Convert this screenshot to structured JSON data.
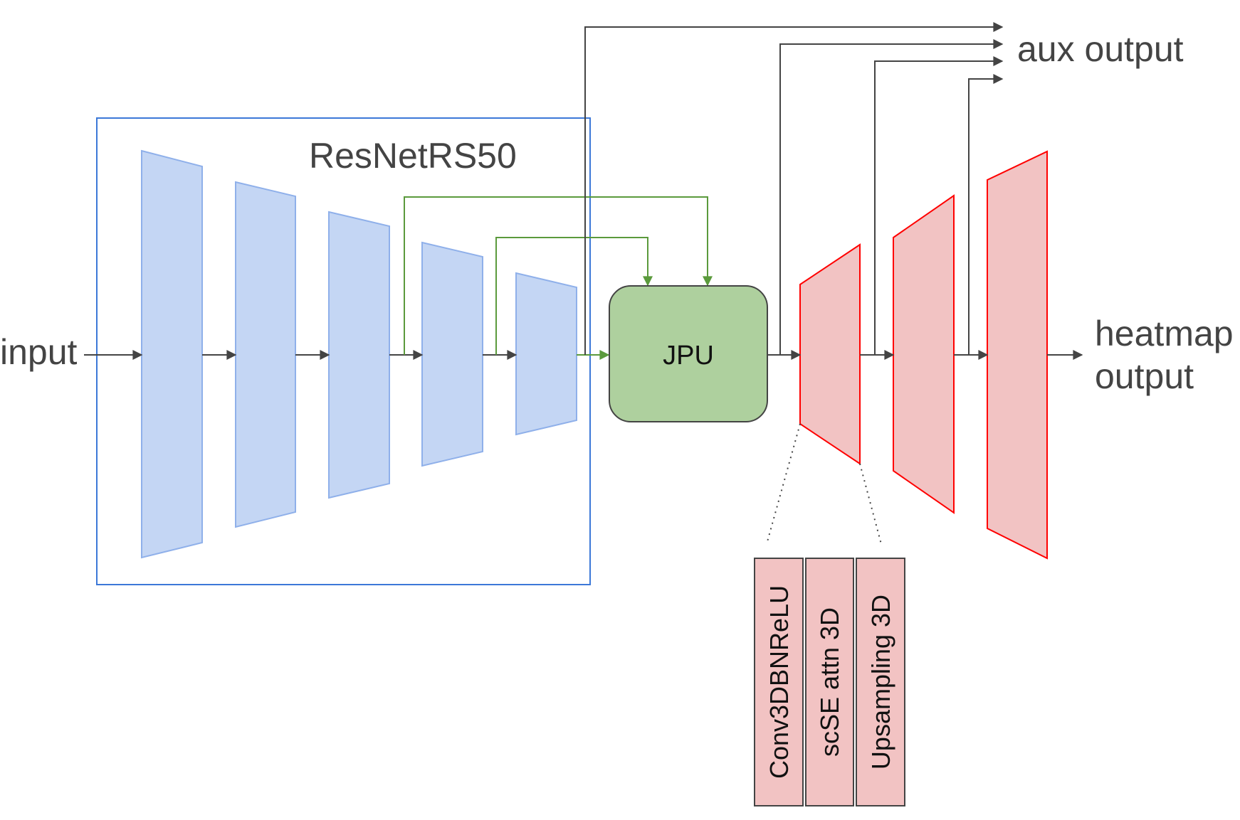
{
  "labels": {
    "input": "input",
    "backbone": "ResNetRS50",
    "jpu": "JPU",
    "aux_output": "aux output",
    "heatmap_output_line1": "heatmap",
    "heatmap_output_line2": "output"
  },
  "decoder_block_parts": [
    "Conv3DBNReLU",
    "scSE attn 3D",
    "Upsampling 3D"
  ],
  "colors": {
    "encoder_fill": "#c4d6f4",
    "encoder_stroke": "#8fb0ea",
    "backbone_box": "#3c78d8",
    "jpu_fill": "#aed09e",
    "jpu_stroke": "#444444",
    "decoder_fill": "#f2c3c3",
    "decoder_stroke": "#ff0000",
    "skip_arrow": "#5b9a3c",
    "main_arrow": "#444444"
  }
}
